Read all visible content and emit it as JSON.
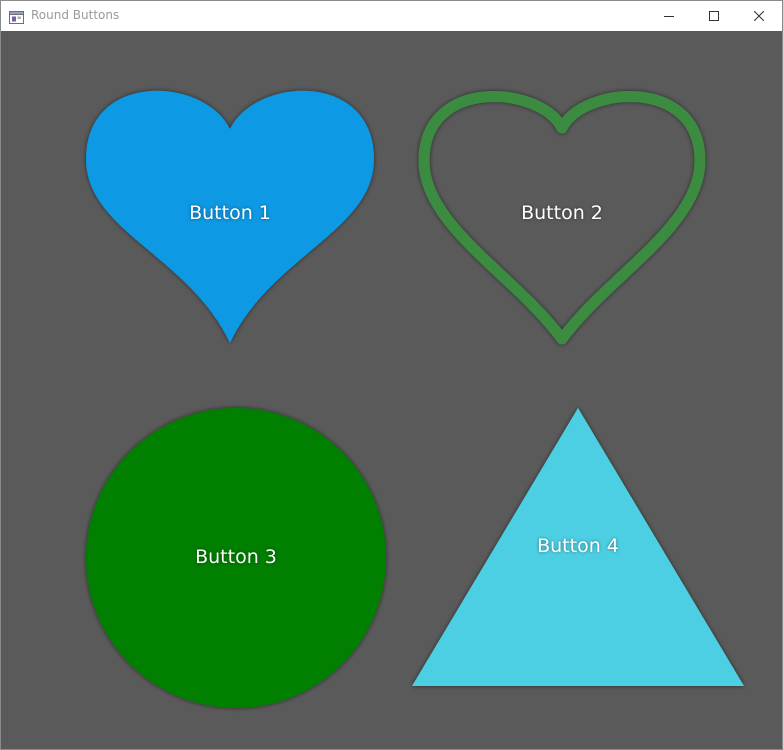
{
  "window": {
    "title": "Round Buttons",
    "icon": "window-app-icon",
    "controls": {
      "minimize_icon": "minimize-icon",
      "maximize_icon": "maximize-icon",
      "close_icon": "close-icon"
    }
  },
  "canvas": {
    "background": "#5a5a5a"
  },
  "buttons": [
    {
      "label": "Button 1",
      "shape": "heart",
      "style": "filled",
      "color": "#0799e4"
    },
    {
      "label": "Button 2",
      "shape": "heart",
      "style": "outline",
      "color": "#3a8c40"
    },
    {
      "label": "Button 3",
      "shape": "circle",
      "style": "filled",
      "color": "#007f00"
    },
    {
      "label": "Button 4",
      "shape": "triangle",
      "style": "filled",
      "color": "#4dcfe3"
    }
  ]
}
